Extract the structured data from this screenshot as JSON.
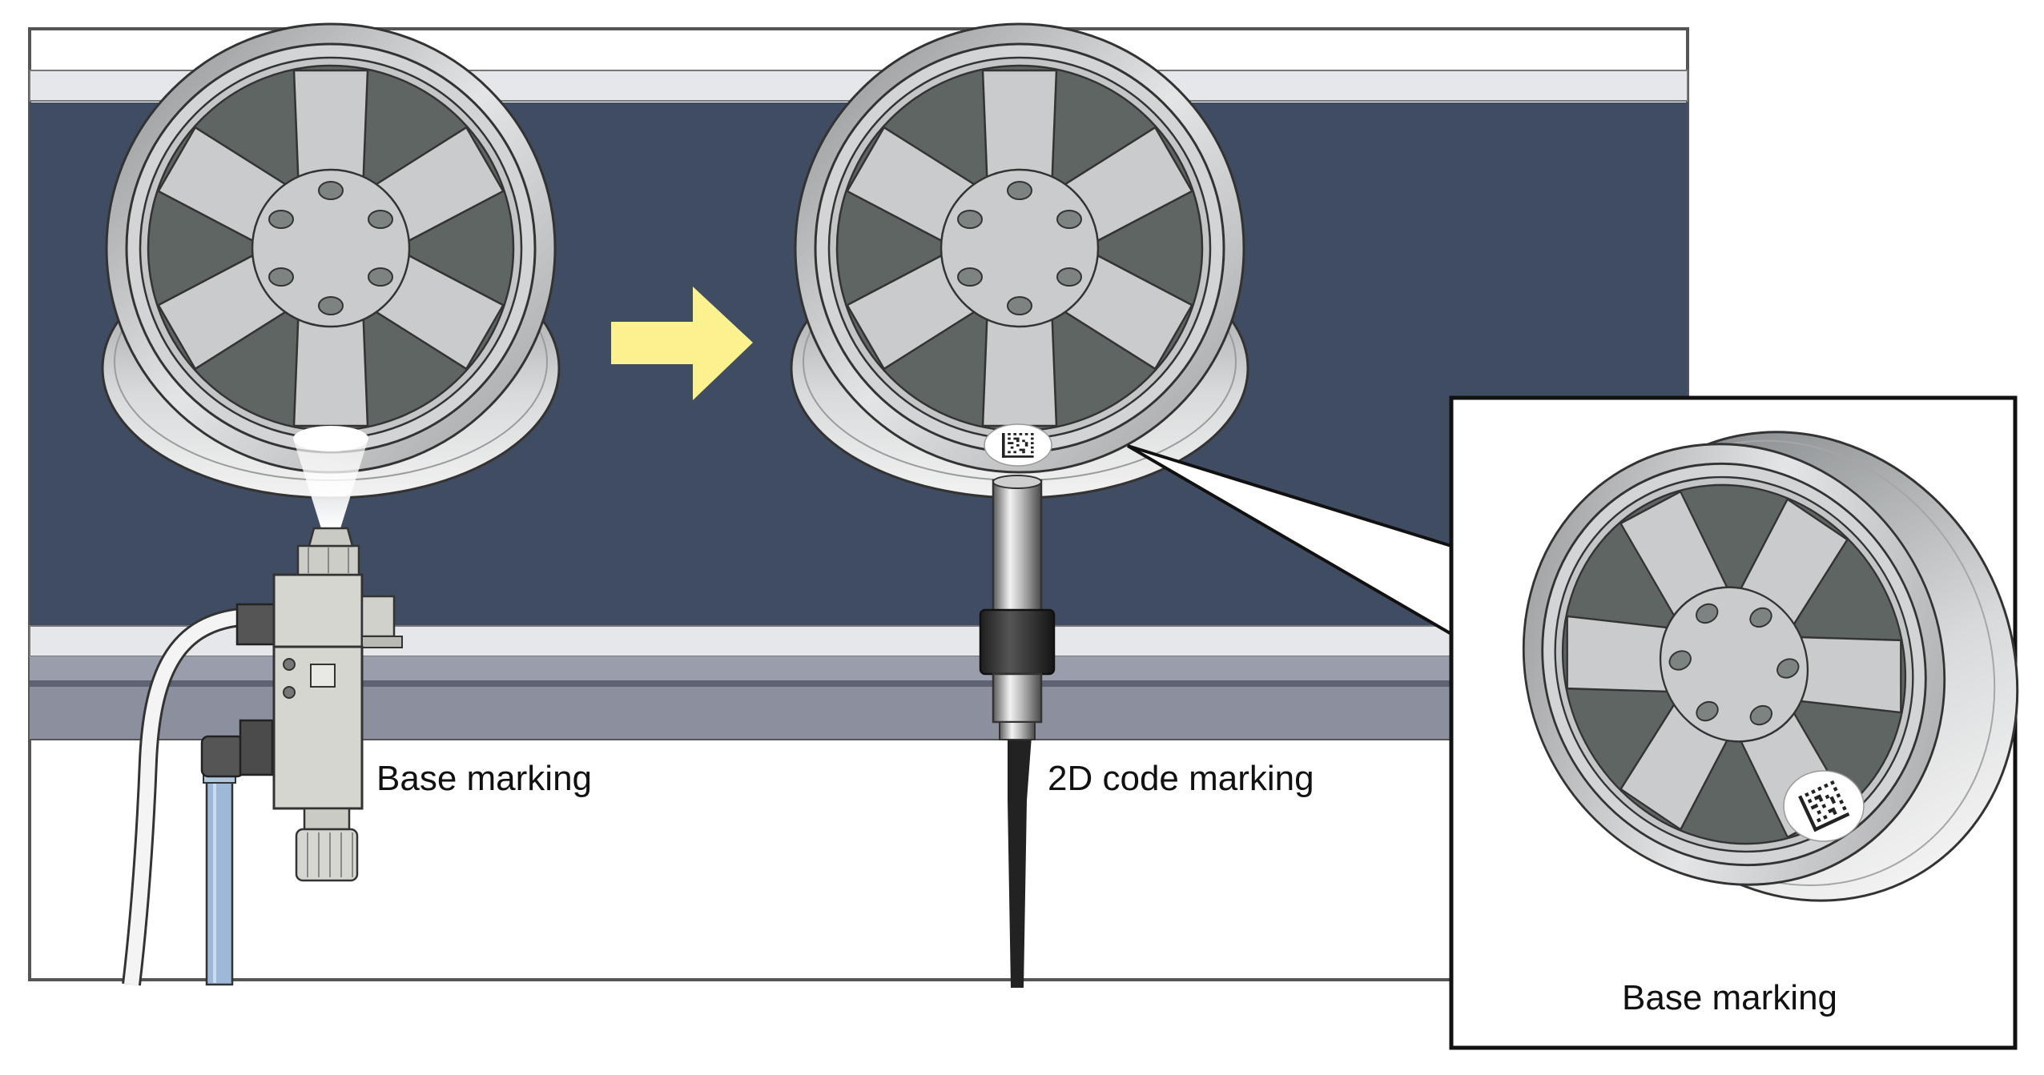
{
  "labels": {
    "base_marking_station": "Base marking",
    "code_marking_station": "2D code marking",
    "inset_caption": "Base marking"
  },
  "colors": {
    "conveyor_belt": "#404c61",
    "rail_light": "#e6e7ea",
    "rail_gray": "#8c8f9e",
    "wheel_face": "#c9cbcc",
    "wheel_window": "#5f6562",
    "arrow": "#fbf18f",
    "nozzle_body": "#d4d6cf",
    "cable_dark": "#222222",
    "tube_blue": "#9db8d8"
  },
  "icons": {
    "wheel": "alloy-wheel-icon",
    "direction": "right-arrow-icon",
    "marking_head": "spray-nozzle-icon",
    "laser_head": "cylindrical-marker-icon",
    "code": "data-matrix-code-icon"
  }
}
